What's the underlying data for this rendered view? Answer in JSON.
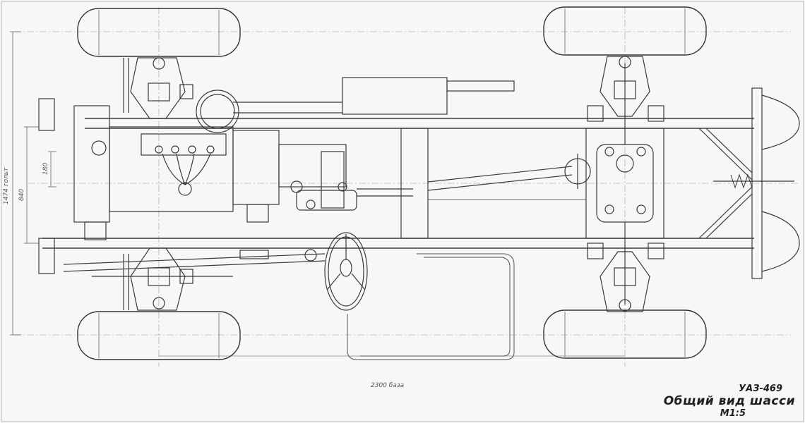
{
  "title_block": {
    "model": "УАЗ-469",
    "name": "Общий вид шасси",
    "scale": "М1:5"
  },
  "dimensions": {
    "track": "1474 гольт",
    "width": "840",
    "offset": "180",
    "wheelbase": "2300 база"
  },
  "colors": {
    "paper": "#f7f7f5",
    "ink": "#3a3a3a"
  }
}
